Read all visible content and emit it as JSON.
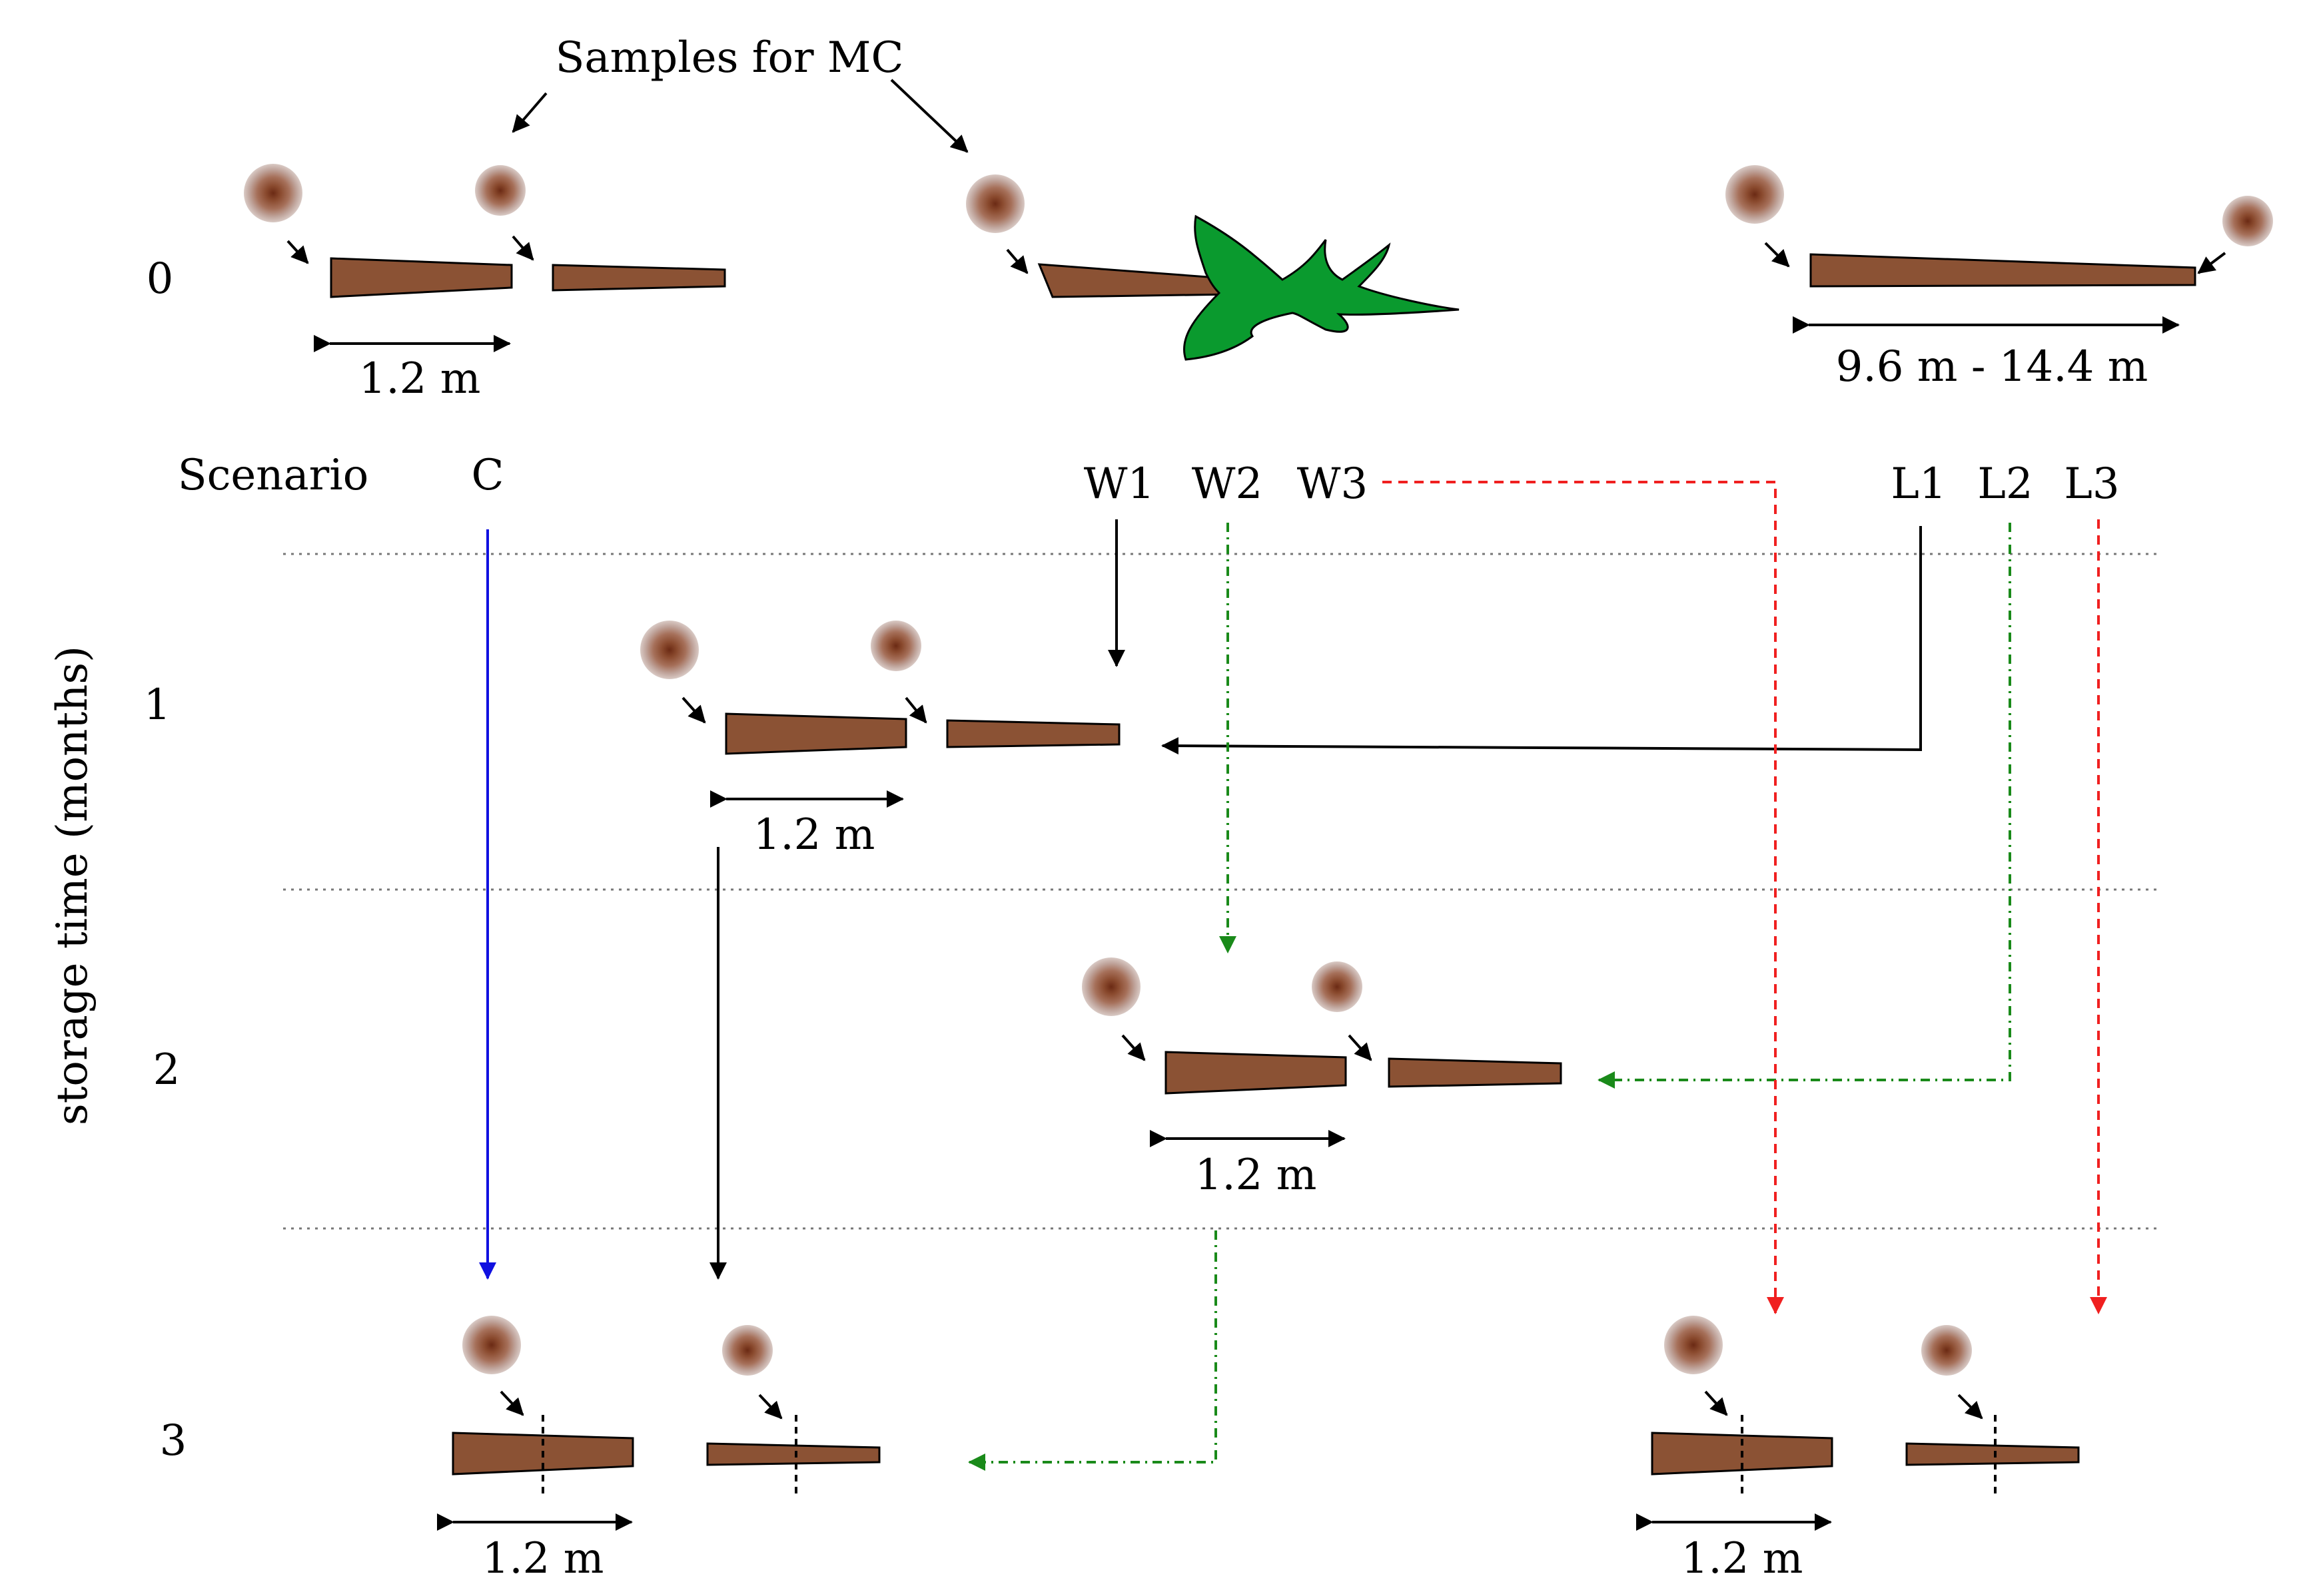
{
  "title": "Samples for MC",
  "scenario_label": "Scenario",
  "y_axis_label": "storage time (months)",
  "rows": [
    "0",
    "1",
    "2",
    "3"
  ],
  "scenarios": {
    "c": "C",
    "w1": "W1",
    "w2": "W2",
    "w3": "W3",
    "l1": "L1",
    "l2": "L2",
    "l3": "L3"
  },
  "dimensions": {
    "short": "1.2 m",
    "long": "9.6 m - 14.4 m"
  },
  "colors": {
    "wood": "#8B5234",
    "disc_outer": "#B9A39D",
    "disc_inner": "#8A4A2E",
    "tree": "#0A9A2E",
    "c_line": "#1010E0",
    "w1_line": "#000000",
    "w2_line": "#1A8A1A",
    "w3_line": "#F02020"
  }
}
